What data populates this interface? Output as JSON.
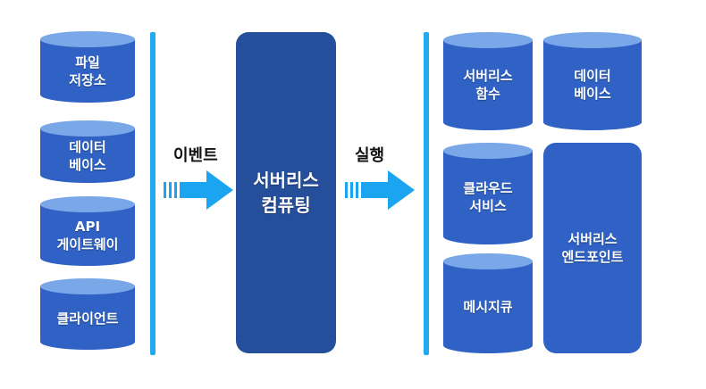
{
  "colors": {
    "cylinder_side": "#2f62c4",
    "cylinder_top": "#7aa7e8",
    "core_block": "#254f9a",
    "endpoint_block": "#2f62c4",
    "bar": "#22aaf0",
    "arrow": "#1ba5f0"
  },
  "sources": [
    {
      "label": "파일\n저장소"
    },
    {
      "label": "데이터\n베이스"
    },
    {
      "label": "API\n게이트웨이"
    },
    {
      "label": "클라이언트"
    }
  ],
  "event_arrow": {
    "label": "이벤트"
  },
  "core": {
    "label": "서버리스\n컴퓨팅"
  },
  "exec_arrow": {
    "label": "실행"
  },
  "targets": {
    "serverless_function": {
      "label": "서버리스\n함수"
    },
    "database": {
      "label": "데이터\n베이스"
    },
    "cloud_service": {
      "label": "클라우드\n서비스"
    },
    "message_queue": {
      "label": "메시지큐"
    },
    "serverless_endpoint": {
      "label": "서버리스\n엔드포인트"
    }
  }
}
